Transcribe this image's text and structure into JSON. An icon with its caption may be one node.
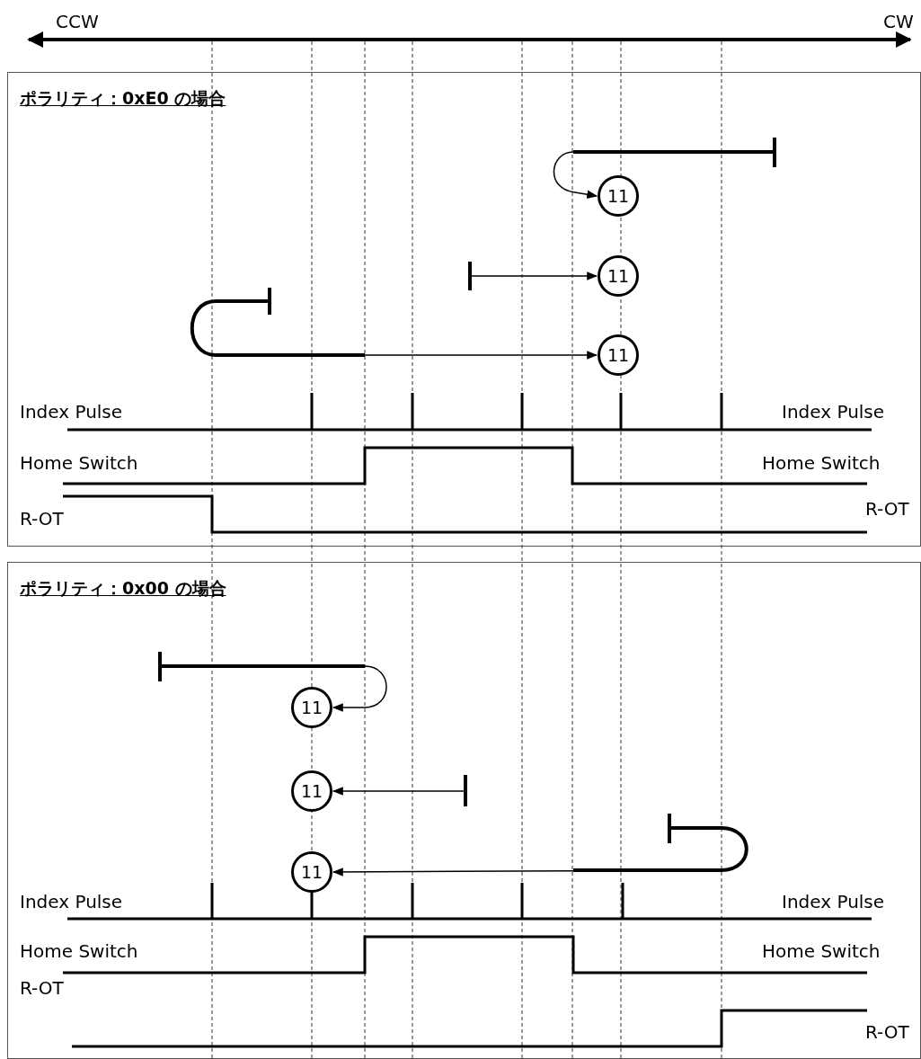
{
  "diagram": {
    "nodes": [
      {
        "text": [
          "ポラリティ：0xE0 の場合"
        ]
      },
      {
        "text": [
          "11"
        ],
        "in": 0
      },
      {
        "text": [
          "11"
        ],
        "in": 0
      },
      {
        "text": [
          "11"
        ],
        "in": 0
      },
      {
        "text": [
          "ポラリティ：0x00 の場合"
        ]
      },
      {
        "text": [
          "11"
        ],
        "in": 4
      },
      {
        "text": [
          "11"
        ],
        "in": 4
      },
      {
        "text": [
          "11"
        ],
        "in": 4
      }
    ],
    "edges": [
      {
        "from": null,
        "to": 1,
        "arrow": "to"
      },
      {
        "from": null,
        "to": 2,
        "arrow": "to"
      },
      {
        "from": null,
        "to": 3,
        "arrow": "to"
      },
      {
        "from": null,
        "to": 5,
        "arrow": "to"
      },
      {
        "from": null,
        "to": 6,
        "arrow": "to"
      },
      {
        "from": null,
        "to": 7,
        "arrow": "to"
      }
    ],
    "labels": [
      "CCW",
      "CW",
      "Index Pulse",
      "Index Pulse",
      "Home Switch",
      "Home Switch",
      "R-OT",
      "R-OT",
      "Index Pulse",
      "Index Pulse",
      "Home Switch",
      "Home Switch",
      "R-OT",
      "R-OT"
    ]
  }
}
